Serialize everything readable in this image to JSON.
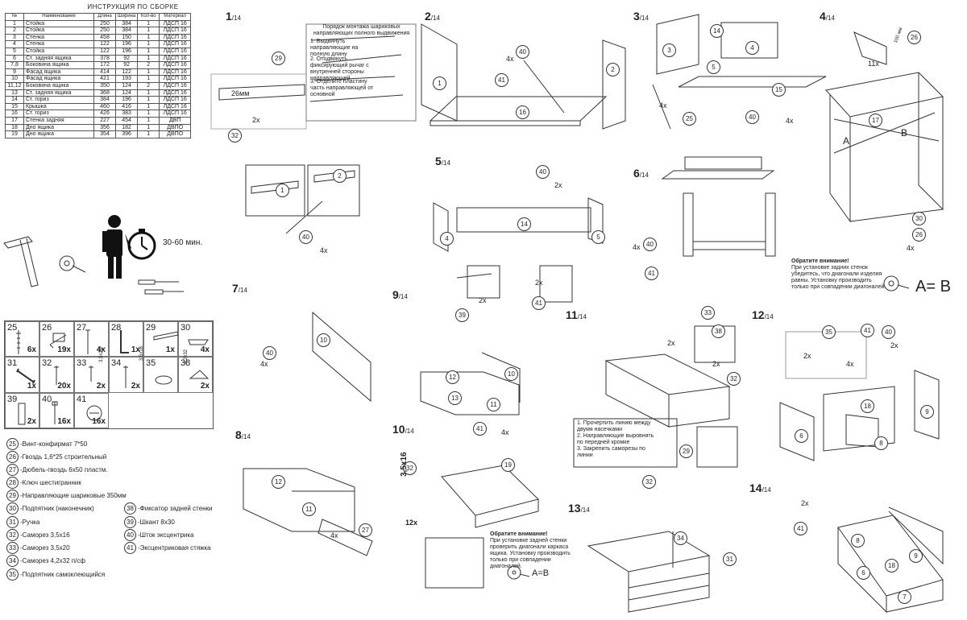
{
  "parts": {
    "title": "ИНСТРУКЦИЯ  ПО  СБОРКЕ",
    "headers": [
      "№",
      "Наименование",
      "Длина",
      "Ширина",
      "Кол-во",
      "Материал"
    ],
    "rows": [
      [
        "1",
        "Стойка",
        "250",
        "384",
        "1",
        "ЛДСП 16"
      ],
      [
        "2",
        "Стойка",
        "250",
        "384",
        "1",
        "ЛДСП 16"
      ],
      [
        "3",
        "Стенка",
        "458",
        "150",
        "1",
        "ЛДСП 16"
      ],
      [
        "4",
        "Стенка",
        "122",
        "196",
        "1",
        "ЛДСП 16"
      ],
      [
        "5",
        "Стойка",
        "122",
        "196",
        "1",
        "ЛДСП 16"
      ],
      [
        "6",
        "Ст. задняя ящика",
        "378",
        "92",
        "1",
        "ЛДСП 16"
      ],
      [
        "7,8",
        "Боковина ящика",
        "172",
        "92",
        "2",
        "ЛДСП 16"
      ],
      [
        "9",
        "Фасад ящика",
        "414",
        "122",
        "1",
        "ЛДСП 16"
      ],
      [
        "10",
        "Фасад ящика",
        "421",
        "193",
        "1",
        "ЛДСП 16"
      ],
      [
        "11,12",
        "Боковина ящика",
        "350",
        "124",
        "2",
        "ЛДСП 16"
      ],
      [
        "13",
        "Ст. задняя ящика",
        "368",
        "124",
        "1",
        "ЛДСП 16"
      ],
      [
        "14",
        "Ст. гориз",
        "384",
        "196",
        "1",
        "ЛДСП 16"
      ],
      [
        "15",
        "Крышка",
        "460",
        "416",
        "1",
        "ЛДСП 16"
      ],
      [
        "16",
        "Ст. гориз",
        "426",
        "383",
        "1",
        "ЛДСП 16"
      ],
      [
        "17",
        "Стенка задняя",
        "227",
        "454",
        "1",
        "ДВП"
      ],
      [
        "18",
        "Дно ящика",
        "356",
        "182",
        "1",
        "ДВПО"
      ],
      [
        "19",
        "Дно ящика",
        "354",
        "396",
        "1",
        "ДВПО"
      ]
    ]
  },
  "assembly_time": "30-60 мин.",
  "hardware": [
    {
      "num": "25",
      "qty": "6x"
    },
    {
      "num": "26",
      "qty": "19x"
    },
    {
      "num": "27",
      "qty": "4x"
    },
    {
      "num": "28",
      "qty": "1x"
    },
    {
      "num": "29",
      "qty": "1x"
    },
    {
      "num": "30",
      "qty": "4x"
    },
    {
      "num": "31",
      "qty": "1x"
    },
    {
      "num": "32",
      "qty": "20x"
    },
    {
      "num": "33",
      "qty": "2x"
    },
    {
      "num": "34",
      "qty": "2x"
    },
    {
      "num": "35",
      "qty": ""
    },
    {
      "num": "38",
      "qty": "2x"
    },
    {
      "num": "39",
      "qty": "2x"
    },
    {
      "num": "40",
      "qty": "16x"
    },
    {
      "num": "41",
      "qty": "16x"
    }
  ],
  "hardware_labels": {
    "screw_32": "3,5x20",
    "screw_33": "3,5x16",
    "screw_34": "4,2x32"
  },
  "legend": [
    {
      "num": "25",
      "text": "-Винт-конфирмат 7*50"
    },
    {
      "num": "26",
      "text": "-Гвоздь 1,6*25 строительный"
    },
    {
      "num": "27",
      "text": "-Дюбель-гвоздь 6x50 пластм."
    },
    {
      "num": "28",
      "text": "-Ключ шестигранник"
    },
    {
      "num": "29",
      "text": "-Направляющие шариковые 350мм"
    },
    {
      "num": "30",
      "text": "-Подпятник (наконечник)"
    },
    {
      "num": "31",
      "text": "-Ручка"
    },
    {
      "num": "32",
      "text": "-Саморез 3,5x16"
    },
    {
      "num": "33",
      "text": "-Саморез 3,5x20"
    },
    {
      "num": "34",
      "text": "-Саморез 4,2x32 п/сф"
    },
    {
      "num": "35",
      "text": "-Подпятник самоклеющийся"
    },
    {
      "num": "38",
      "text": "-Фиксатор задней стенки"
    },
    {
      "num": "39",
      "text": "-Шкант 8x30"
    },
    {
      "num": "40",
      "text": "-Шток эксцентрика"
    },
    {
      "num": "41",
      "text": "-Эксцентриковая стяжка"
    }
  ],
  "steps": [
    {
      "num": "1",
      "total": "/14"
    },
    {
      "num": "2",
      "total": "/14"
    },
    {
      "num": "3",
      "total": "/14"
    },
    {
      "num": "4",
      "total": "/14"
    },
    {
      "num": "5",
      "total": "/14"
    },
    {
      "num": "6",
      "total": "/14"
    },
    {
      "num": "7",
      "total": "/14"
    },
    {
      "num": "8",
      "total": "/14"
    },
    {
      "num": "9",
      "total": "/14"
    },
    {
      "num": "10",
      "total": "/14"
    },
    {
      "num": "11",
      "total": "/14"
    },
    {
      "num": "12",
      "total": "/14"
    },
    {
      "num": "13",
      "total": "/14"
    },
    {
      "num": "14",
      "total": "/14"
    }
  ],
  "rail_note": {
    "title": "Порядок монтажа шариковых направляющих полного выдвижения",
    "items": [
      "1. Выдвинуть направляющие на полную длину",
      "2. Отодвинуть фиксирующий рычаг с внутренней стороны направляющей",
      "3. Отделите пластину часть направляющей от основной"
    ]
  },
  "rail_dimension": "26мм",
  "step11_note": [
    "1. Прочертить линию между двумя насечками",
    "2. Направляющие выровнять по передней кромке",
    "3. Закрепить саморезы по линии"
  ],
  "attention_6": {
    "title": "Обратите внимание!",
    "body": "При установке задних стенок убедитесь, что диагонали изделия равны. Установку производить только при совпадении диагоналей.",
    "formula": "A= B",
    "diag_a": "A",
    "diag_b": "B",
    "nail_qty": "11x",
    "nail_gap": "100 мм"
  },
  "attention_10": {
    "title": "Обратите внимание!",
    "body": "При установке задней стенки проверить диагонали каркаса ящика. Установку производить только при совпадении диагоналей.",
    "formula": "A=B"
  },
  "screw_10": {
    "label": "3,5x16",
    "qty": "12x"
  },
  "quantities": {
    "s1_32": "2x",
    "s1_40": "4x",
    "s2_41": "4x",
    "s3_40": "2x",
    "s3_39": "2x",
    "s3_41": "2x",
    "s4_40": "4x",
    "s4_25": "4x",
    "s5_40": "4x",
    "s6_30": "4x",
    "s7_40": "4x",
    "s8_27": "4x",
    "s10_41": "4x",
    "s11_33": "2x",
    "s11_32": "2x",
    "s13_35": "4x",
    "s13_41": "2x",
    "s13_40": "2x",
    "s14_41": "2x"
  },
  "callouts": {
    "s1": [
      "29",
      "32",
      "1",
      "2",
      "40"
    ],
    "s2": [
      "1",
      "2",
      "16",
      "41",
      "40"
    ],
    "s3": [
      "40",
      "14",
      "4",
      "5",
      "39",
      "41"
    ],
    "s4": [
      "14",
      "3",
      "4",
      "5",
      "15",
      "40",
      "25"
    ],
    "s5": [
      "41",
      "40"
    ],
    "s6": [
      "26",
      "17",
      "30",
      "26"
    ],
    "s7": [
      "40",
      "10"
    ],
    "s8": [
      "12",
      "11",
      "27"
    ],
    "s9": [
      "12",
      "10",
      "13",
      "11",
      "41"
    ],
    "s10": [
      "32",
      "19"
    ],
    "s11": [
      "33",
      "38",
      "32",
      "29",
      "32"
    ],
    "s12": [
      "34",
      "31"
    ],
    "s13": [
      "35",
      "40",
      "41",
      "18",
      "9",
      "6",
      "8"
    ],
    "s14": [
      "41",
      "8",
      "9",
      "6",
      "18",
      "7"
    ]
  }
}
